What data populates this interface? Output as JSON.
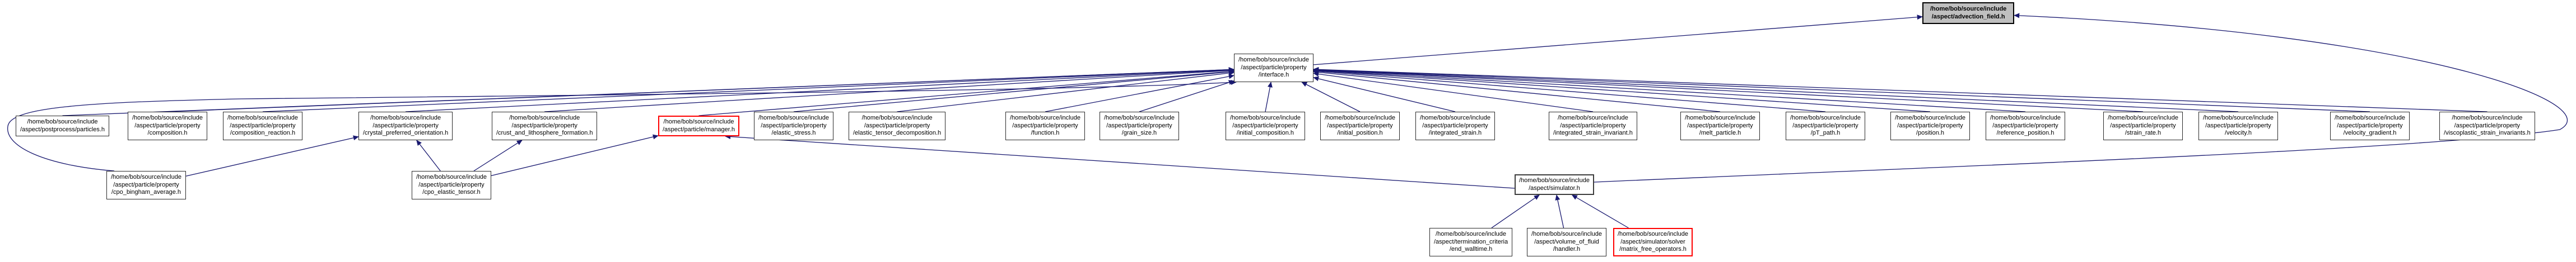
{
  "graph": {
    "kind": "include-dependency-graph",
    "colors": {
      "edge": "#191970",
      "node_border": "#2b2b2b",
      "highlight_border": "#ff0000",
      "root_fill": "#bfbfbf"
    },
    "nodes": [
      {
        "id": "advection_field",
        "style": "main",
        "lines": [
          "/home/bob/source/include",
          "/aspect/advection_field.h"
        ]
      },
      {
        "id": "interface",
        "style": "",
        "lines": [
          "/home/bob/source/include",
          "/aspect/particle/property",
          "/interface.h"
        ]
      },
      {
        "id": "postprocess_particles",
        "style": "",
        "lines": [
          "/home/bob/source/include",
          "/aspect/postprocess/particles.h"
        ]
      },
      {
        "id": "composition",
        "style": "",
        "lines": [
          "/home/bob/source/include",
          "/aspect/particle/property",
          "/composition.h"
        ]
      },
      {
        "id": "composition_reaction",
        "style": "",
        "lines": [
          "/home/bob/source/include",
          "/aspect/particle/property",
          "/composition_reaction.h"
        ]
      },
      {
        "id": "crystal_preferred_orientation",
        "style": "",
        "lines": [
          "/home/bob/source/include",
          "/aspect/particle/property",
          "/crystal_preferred_orientation.h"
        ]
      },
      {
        "id": "crust_and_lithosphere_formation",
        "style": "",
        "lines": [
          "/home/bob/source/include",
          "/aspect/particle/property",
          "/crust_and_lithosphere_formation.h"
        ]
      },
      {
        "id": "manager",
        "style": "red",
        "lines": [
          "/home/bob/source/include",
          "/aspect/particle/manager.h"
        ]
      },
      {
        "id": "elastic_stress",
        "style": "",
        "lines": [
          "/home/bob/source/include",
          "/aspect/particle/property",
          "/elastic_stress.h"
        ]
      },
      {
        "id": "elastic_tensor_decomposition",
        "style": "",
        "lines": [
          "/home/bob/source/include",
          "/aspect/particle/property",
          "/elastic_tensor_decomposition.h"
        ]
      },
      {
        "id": "function",
        "style": "",
        "lines": [
          "/home/bob/source/include",
          "/aspect/particle/property",
          "/function.h"
        ]
      },
      {
        "id": "grain_size",
        "style": "",
        "lines": [
          "/home/bob/source/include",
          "/aspect/particle/property",
          "/grain_size.h"
        ]
      },
      {
        "id": "initial_composition",
        "style": "",
        "lines": [
          "/home/bob/source/include",
          "/aspect/particle/property",
          "/initial_composition.h"
        ]
      },
      {
        "id": "initial_position",
        "style": "",
        "lines": [
          "/home/bob/source/include",
          "/aspect/particle/property",
          "/initial_position.h"
        ]
      },
      {
        "id": "integrated_strain",
        "style": "",
        "lines": [
          "/home/bob/source/include",
          "/aspect/particle/property",
          "/integrated_strain.h"
        ]
      },
      {
        "id": "integrated_strain_invariant",
        "style": "",
        "lines": [
          "/home/bob/source/include",
          "/aspect/particle/property",
          "/integrated_strain_invariant.h"
        ]
      },
      {
        "id": "melt_particle",
        "style": "",
        "lines": [
          "/home/bob/source/include",
          "/aspect/particle/property",
          "/melt_particle.h"
        ]
      },
      {
        "id": "pT_path",
        "style": "",
        "lines": [
          "/home/bob/source/include",
          "/aspect/particle/property",
          "/pT_path.h"
        ]
      },
      {
        "id": "position",
        "style": "",
        "lines": [
          "/home/bob/source/include",
          "/aspect/particle/property",
          "/position.h"
        ]
      },
      {
        "id": "reference_position",
        "style": "",
        "lines": [
          "/home/bob/source/include",
          "/aspect/particle/property",
          "/reference_position.h"
        ]
      },
      {
        "id": "strain_rate",
        "style": "",
        "lines": [
          "/home/bob/source/include",
          "/aspect/particle/property",
          "/strain_rate.h"
        ]
      },
      {
        "id": "velocity",
        "style": "",
        "lines": [
          "/home/bob/source/include",
          "/aspect/particle/property",
          "/velocity.h"
        ]
      },
      {
        "id": "velocity_gradient",
        "style": "",
        "lines": [
          "/home/bob/source/include",
          "/aspect/particle/property",
          "/velocity_gradient.h"
        ]
      },
      {
        "id": "viscoplastic_strain_invariants",
        "style": "",
        "lines": [
          "/home/bob/source/include",
          "/aspect/particle/property",
          "/viscoplastic_strain_invariants.h"
        ]
      },
      {
        "id": "cpo_bingham_average",
        "style": "",
        "lines": [
          "/home/bob/source/include",
          "/aspect/particle/property",
          "/cpo_bingham_average.h"
        ]
      },
      {
        "id": "cpo_elastic_tensor",
        "style": "",
        "lines": [
          "/home/bob/source/include",
          "/aspect/particle/property",
          "/cpo_elastic_tensor.h"
        ]
      },
      {
        "id": "simulator",
        "style": "strong",
        "lines": [
          "/home/bob/source/include",
          "/aspect/simulator.h"
        ]
      },
      {
        "id": "termination_end_walltime",
        "style": "",
        "lines": [
          "/home/bob/source/include",
          "/aspect/termination_criteria",
          "/end_walltime.h"
        ]
      },
      {
        "id": "volume_of_fluid_handler",
        "style": "",
        "lines": [
          "/home/bob/source/include",
          "/aspect/volume_of_fluid",
          "/handler.h"
        ]
      },
      {
        "id": "matrix_free_operators",
        "style": "red",
        "lines": [
          "/home/bob/source/include",
          "/aspect/simulator/solver",
          "/matrix_free_operators.h"
        ]
      }
    ],
    "edges": [
      {
        "from": "postprocess_particles",
        "to": "interface"
      },
      {
        "from": "composition",
        "to": "interface"
      },
      {
        "from": "composition_reaction",
        "to": "interface"
      },
      {
        "from": "crystal_preferred_orientation",
        "to": "interface"
      },
      {
        "from": "crust_and_lithosphere_formation",
        "to": "interface"
      },
      {
        "from": "manager",
        "to": "interface"
      },
      {
        "from": "elastic_stress",
        "to": "interface"
      },
      {
        "from": "elastic_tensor_decomposition",
        "to": "interface"
      },
      {
        "from": "function",
        "to": "interface"
      },
      {
        "from": "grain_size",
        "to": "interface"
      },
      {
        "from": "initial_composition",
        "to": "interface"
      },
      {
        "from": "initial_position",
        "to": "interface"
      },
      {
        "from": "integrated_strain",
        "to": "interface"
      },
      {
        "from": "integrated_strain_invariant",
        "to": "interface"
      },
      {
        "from": "melt_particle",
        "to": "interface"
      },
      {
        "from": "pT_path",
        "to": "interface"
      },
      {
        "from": "position",
        "to": "interface"
      },
      {
        "from": "reference_position",
        "to": "interface"
      },
      {
        "from": "strain_rate",
        "to": "interface"
      },
      {
        "from": "velocity",
        "to": "interface"
      },
      {
        "from": "velocity_gradient",
        "to": "interface"
      },
      {
        "from": "viscoplastic_strain_invariants",
        "to": "interface"
      },
      {
        "from": "interface",
        "to": "advection_field"
      },
      {
        "from": "simulator",
        "to": "advection_field"
      },
      {
        "from": "cpo_bingham_average",
        "to": "interface"
      },
      {
        "from": "cpo_bingham_average",
        "to": "crystal_preferred_orientation"
      },
      {
        "from": "cpo_elastic_tensor",
        "to": "crystal_preferred_orientation"
      },
      {
        "from": "cpo_elastic_tensor",
        "to": "crust_and_lithosphere_formation"
      },
      {
        "from": "cpo_elastic_tensor",
        "to": "manager"
      },
      {
        "from": "simulator",
        "to": "manager"
      },
      {
        "from": "termination_end_walltime",
        "to": "simulator"
      },
      {
        "from": "volume_of_fluid_handler",
        "to": "simulator"
      },
      {
        "from": "matrix_free_operators",
        "to": "simulator"
      }
    ]
  }
}
